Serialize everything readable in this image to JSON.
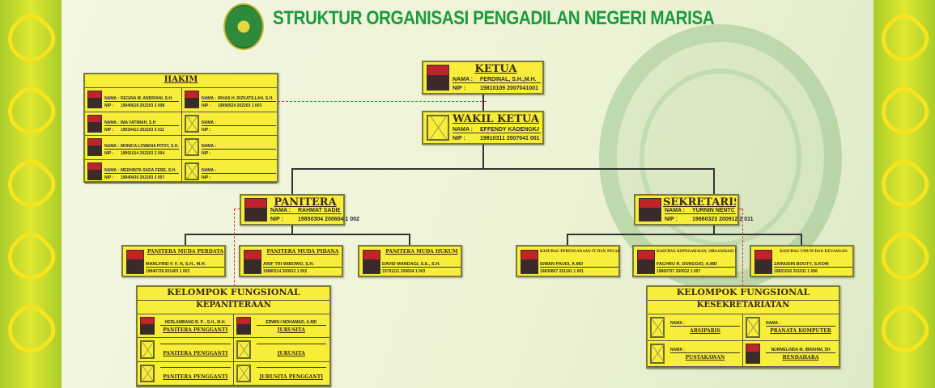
{
  "title": "STRUKTUR ORGANISASI PENGADILAN NEGERI MARISA",
  "labels": {
    "nama": "NAMA :",
    "nip": "NIP :"
  },
  "colors": {
    "card": "#f8ee3a",
    "title": "#1b9a3d",
    "connector": "#333333",
    "dashed": "#dd3333"
  },
  "ketua": {
    "title": "KETUA",
    "name": "FERDINAL, S.H.,M.H.",
    "nip": "19810109 2007041001",
    "photo": true
  },
  "wakil": {
    "title": "WAKIL KETUA",
    "name": "EFFENDY KADENGKANG, S.H., M.H.",
    "nip": "19810311 2007041 001",
    "photo": false
  },
  "hakim": {
    "title": "HAKIM",
    "members": [
      {
        "name": "REGINA M. ANDRIANI, S.H.",
        "nip": "19940618 202203 2 008",
        "photo": true
      },
      {
        "name": "IRHAS H. RIZKATILLAH, S.H.",
        "nip": "19990524 202203 1 003",
        "photo": true
      },
      {
        "name": "IMA FATIMAH, S.H",
        "nip": "19930413 202203 2 011",
        "photo": true
      },
      {
        "name": "",
        "nip": "",
        "photo": false
      },
      {
        "name": "MONICA LOWENA PITOY, S.H.",
        "nip": "19991014 202203 2 004",
        "photo": true
      },
      {
        "name": "",
        "nip": "",
        "photo": false
      },
      {
        "name": "MEDHINTA SADA FEBE, S.H.",
        "nip": "19940430 202203 2 007",
        "photo": true
      },
      {
        "name": "",
        "nip": "",
        "photo": false
      }
    ]
  },
  "panitera": {
    "title": "PANITERA",
    "name": "RAHMAT SADIE, S.H.",
    "nip": "19850304 200604 1 002",
    "photo": true
  },
  "sekretaris": {
    "title": "SEKRETARIS",
    "name": "YURNIN NENTO, S.KOM",
    "nip": "19860323 200912 2 011",
    "photo": true
  },
  "subs": [
    {
      "title": "PANITERA MUDA PERDATA",
      "name": "MARLFRID F. F. N, S.H., M.H.",
      "nip": "19840728 201403 1 003"
    },
    {
      "title": "PANITERA MUDA PIDANA",
      "name": "ARIF TRI WIBOWO, S.H.",
      "nip": "19880214 200912 1 002"
    },
    {
      "title": "PANITERA MUDA HUKUM",
      "name": "DAVID MANDAGI, S.E., S.H.",
      "nip": "19791111 200604 1 003"
    },
    {
      "title": "KASUBAG PERENCANAAN IT DAN PELAPORAN",
      "name": "ISWAN PAUDI, A.MD",
      "nip": "19830807 201101 1 001"
    },
    {
      "title": "KASUBAG KEPEGAWAIAN, ORGANISASI DAN TATA LAKSANA",
      "name": "FACHRU R. DUNGGIO, A.MD",
      "nip": "19860707 200912 1 007"
    },
    {
      "title": "KASUBAG UMUM DAN KEUANGAN",
      "name": "ZAINUDIN BOUTY, S.KOM",
      "nip": "19821030 201011 1 006"
    }
  ],
  "fung_kepaniteraan": {
    "title": "KELOMPOK FUNGSIONAL",
    "subtitle": "KEPANITERAAN",
    "members": [
      {
        "name": "HERLAMBANG B. P. , S.H., M.H.",
        "role": "PANITERA PENGGANTI",
        "photo": true
      },
      {
        "name": "ERWIN I MOHAMAD, A.MD",
        "role": "JURUSITA",
        "photo": true
      },
      {
        "name": "",
        "role": "PANITERA PENGGANTI",
        "photo": false
      },
      {
        "name": "",
        "role": "JURUSITA",
        "photo": false
      },
      {
        "name": "",
        "role": "PANITERA PENGGANTI",
        "photo": false
      },
      {
        "name": "",
        "role": "JURUSITA PENGGANTI",
        "photo": false
      }
    ]
  },
  "fung_kesekretariatan": {
    "title": "KELOMPOK FUNGSIONAL",
    "subtitle": "KESEKRETARIATAN",
    "members": [
      {
        "name": "NAMA :",
        "role": "ARSIPARIS",
        "photo": false
      },
      {
        "name": "NAMA :",
        "role": "PRANATA KOMPUTER",
        "photo": false
      },
      {
        "name": "NAMA :",
        "role": "PUSTAKAWAN",
        "photo": false
      },
      {
        "name": "NURMELINDA M. IBRAHIM, SH",
        "role": "BENDAHARA",
        "photo": true
      }
    ]
  }
}
